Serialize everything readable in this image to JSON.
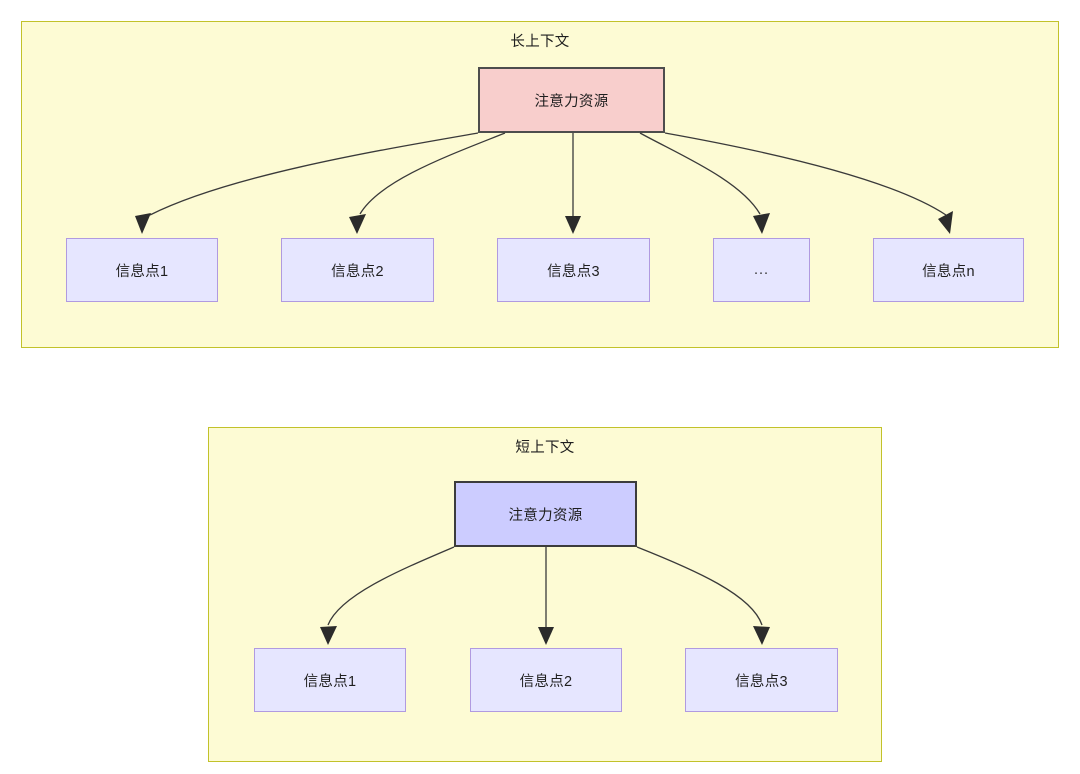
{
  "diagram": {
    "type": "flowchart",
    "title_long": "长上下文",
    "title_short": "短上下文",
    "colors": {
      "panel_fill": "#fdfbd4",
      "panel_border": "#c2c22a",
      "root_long_fill": "#f8cecc",
      "root_long_border": "#4d4d4d",
      "root_short_fill": "#ccccff",
      "root_short_border": "#3c3c3c",
      "leaf_fill": "#e6e6ff",
      "leaf_border": "#b09ae0",
      "edge_stroke": "#3a3a3a",
      "text": "#1f1f1f"
    },
    "sections": [
      {
        "id": "long-context",
        "title": "长上下文",
        "root": {
          "label": "注意力资源"
        },
        "leaves": [
          {
            "label": "信息点1"
          },
          {
            "label": "信息点2"
          },
          {
            "label": "信息点3"
          },
          {
            "label": "..."
          },
          {
            "label": "信息点n"
          }
        ]
      },
      {
        "id": "short-context",
        "title": "短上下文",
        "root": {
          "label": "注意力资源"
        },
        "leaves": [
          {
            "label": "信息点1"
          },
          {
            "label": "信息点2"
          },
          {
            "label": "信息点3"
          }
        ]
      }
    ]
  }
}
